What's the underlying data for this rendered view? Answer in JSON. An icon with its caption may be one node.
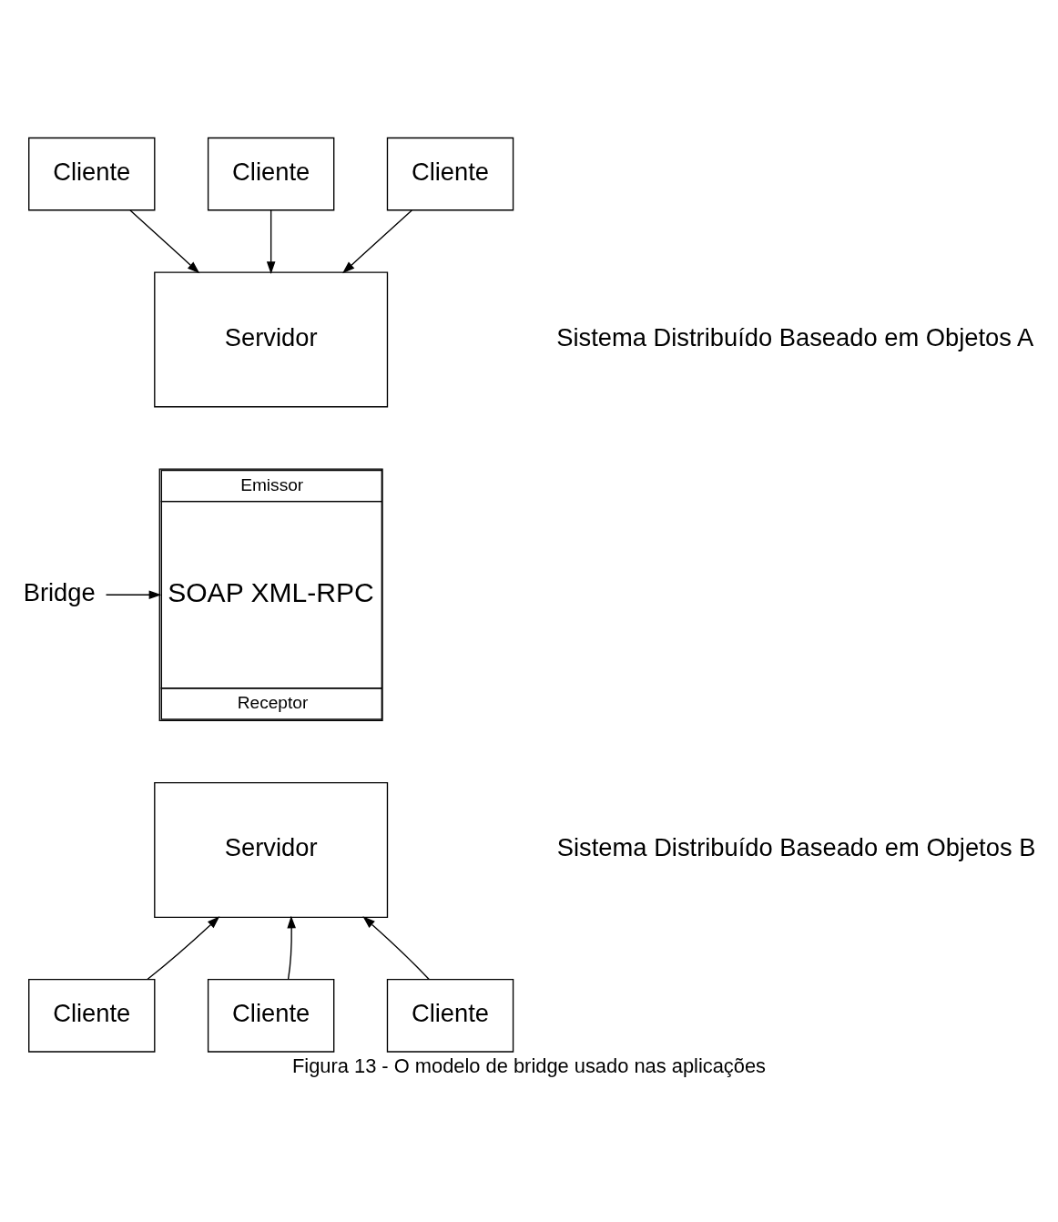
{
  "diagram": {
    "caption": "Figura 13 - O modelo de bridge usado nas aplicações",
    "nodes": [
      {
        "text": [
          "Cliente"
        ]
      },
      {
        "text": [
          "Cliente"
        ]
      },
      {
        "text": [
          "Cliente"
        ]
      },
      {
        "text": [
          "Servidor"
        ]
      },
      {
        "text": [
          "Emissor",
          "SOAP XML-RPC",
          "Receptor"
        ]
      },
      {
        "text": [
          "Servidor"
        ]
      },
      {
        "text": [
          "Cliente"
        ]
      },
      {
        "text": [
          "Cliente"
        ]
      },
      {
        "text": [
          "Cliente"
        ]
      },
      {
        "text": [
          "Bridge"
        ]
      }
    ],
    "edges": [
      {
        "from": 0,
        "to": 3,
        "arrow": "to"
      },
      {
        "from": 1,
        "to": 3,
        "arrow": "to"
      },
      {
        "from": 2,
        "to": 3,
        "arrow": "to"
      },
      {
        "from": 6,
        "to": 5,
        "arrow": "to"
      },
      {
        "from": 7,
        "to": 5,
        "arrow": "to"
      },
      {
        "from": 8,
        "to": 5,
        "arrow": "to"
      },
      {
        "from": 9,
        "to": 4,
        "arrow": "to"
      }
    ],
    "labels": [
      "Sistema Distribuído Baseado em Objetos A",
      "Sistema Distribuído Baseado em Objetos B"
    ]
  }
}
